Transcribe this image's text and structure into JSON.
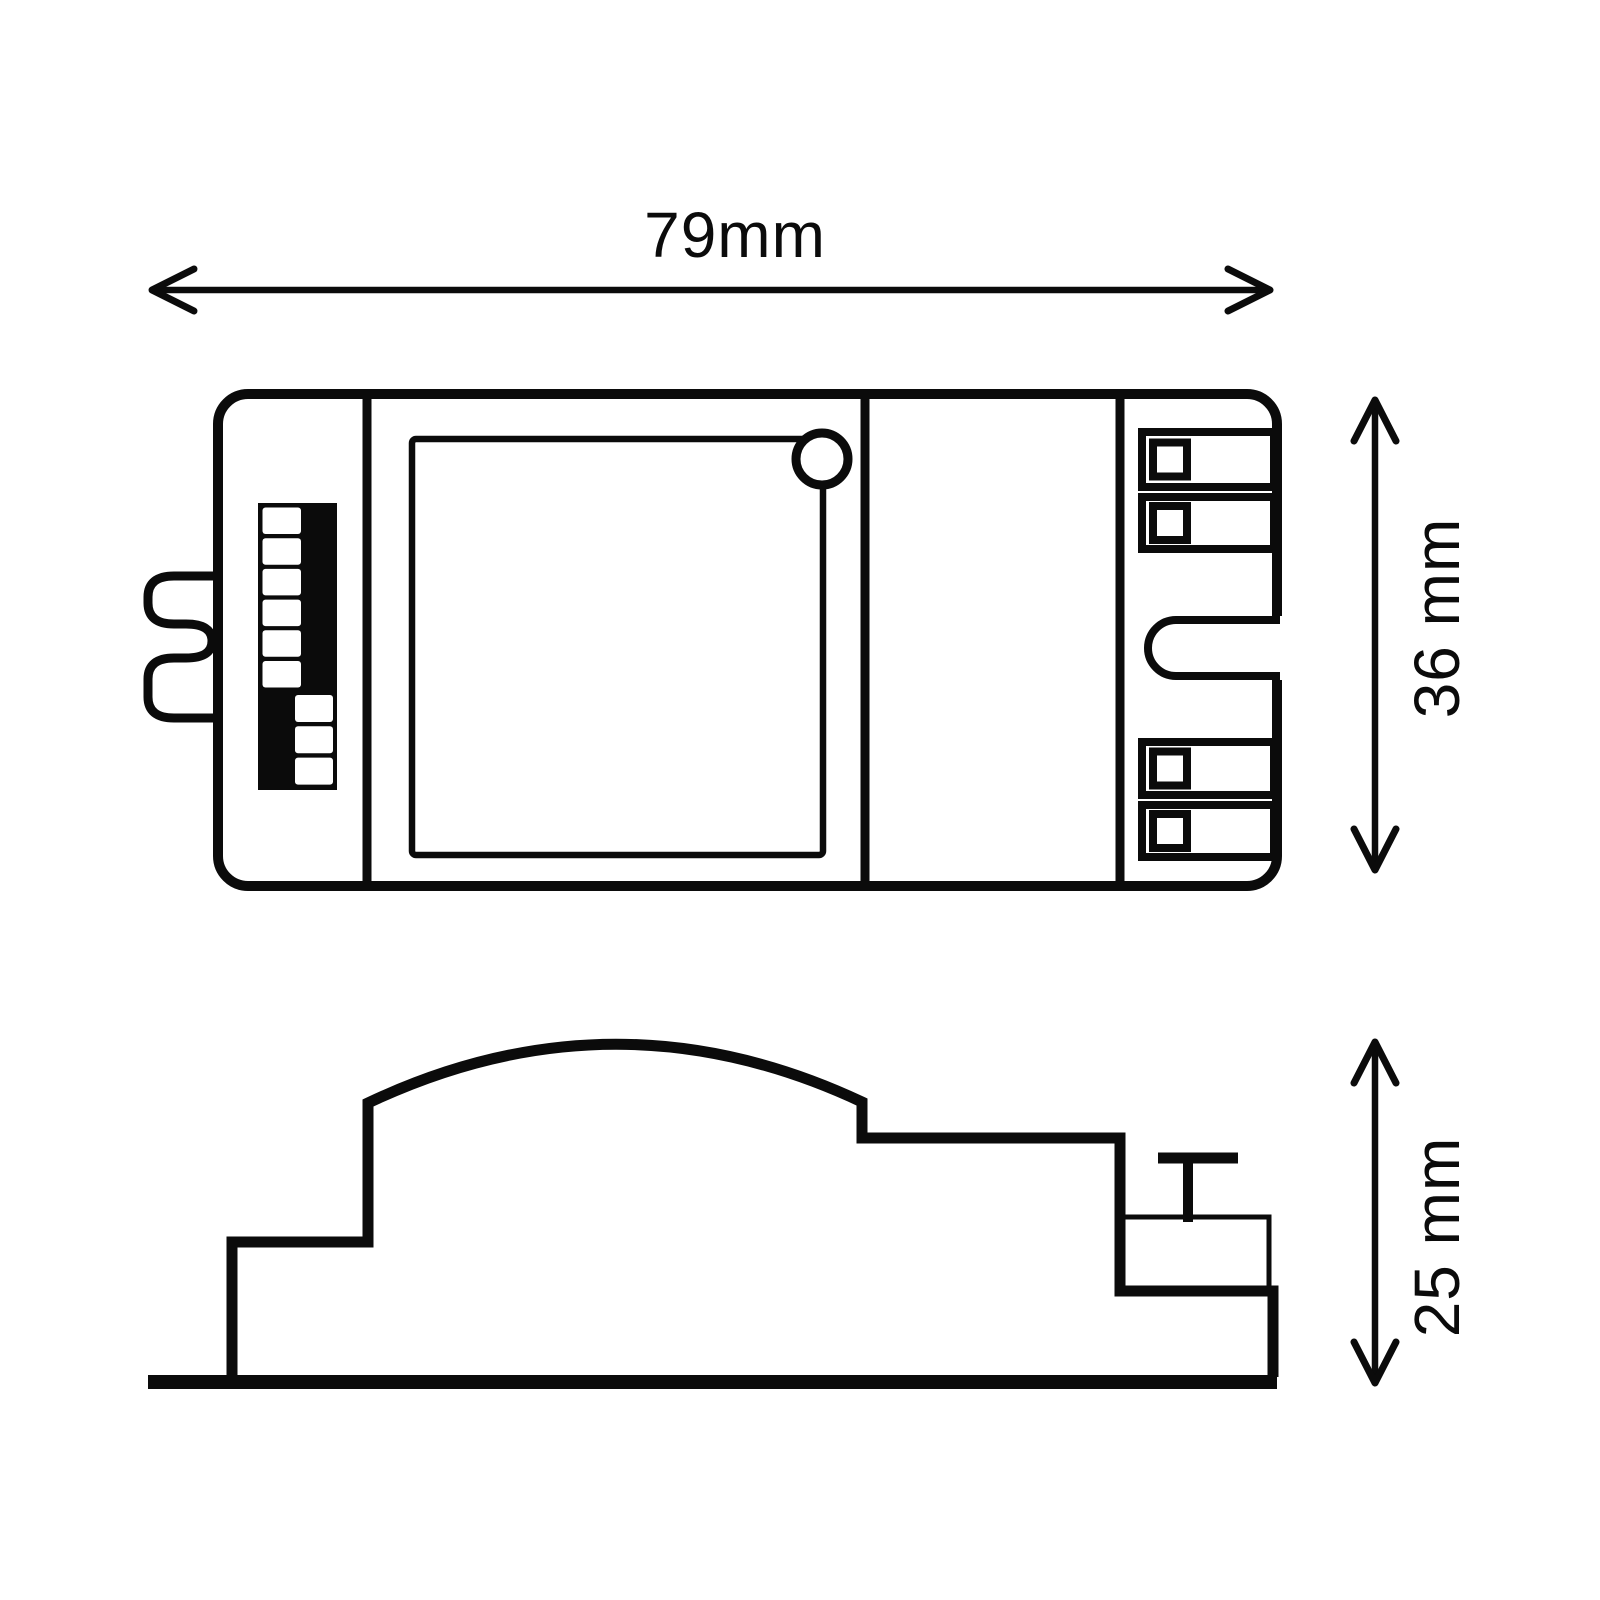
{
  "page": {
    "background": "#ffffff",
    "line_color": "#0b0b0b"
  },
  "dimensions": {
    "width": {
      "label": "79mm"
    },
    "height": {
      "label": "36 mm"
    },
    "depth": {
      "label": "25 mm"
    }
  }
}
